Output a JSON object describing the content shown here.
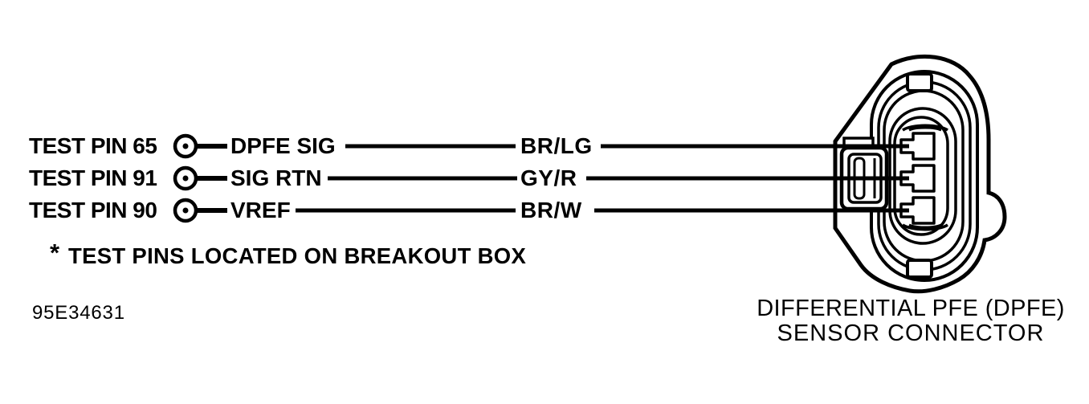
{
  "diagram": {
    "rows": [
      {
        "test_pin": "TEST PIN 65",
        "signal": "DPFE SIG",
        "wire_color": "BR/LG"
      },
      {
        "test_pin": "TEST PIN 91",
        "signal": "SIG RTN",
        "wire_color": "GY/R"
      },
      {
        "test_pin": "TEST PIN 90",
        "signal": "VREF",
        "wire_color": "BR/W"
      }
    ],
    "footnote_marker": "*",
    "footnote": "TEST PINS LOCATED ON BREAKOUT BOX",
    "figure_id": "95E34631",
    "caption_line1": "DIFFERENTIAL PFE (DPFE)",
    "caption_line2": "SENSOR CONNECTOR",
    "connector": {
      "terminal_count": 3,
      "type": "oval 3-pin sensor connector, front view"
    },
    "colors": {
      "ink": "#000000",
      "paper": "#ffffff"
    }
  }
}
